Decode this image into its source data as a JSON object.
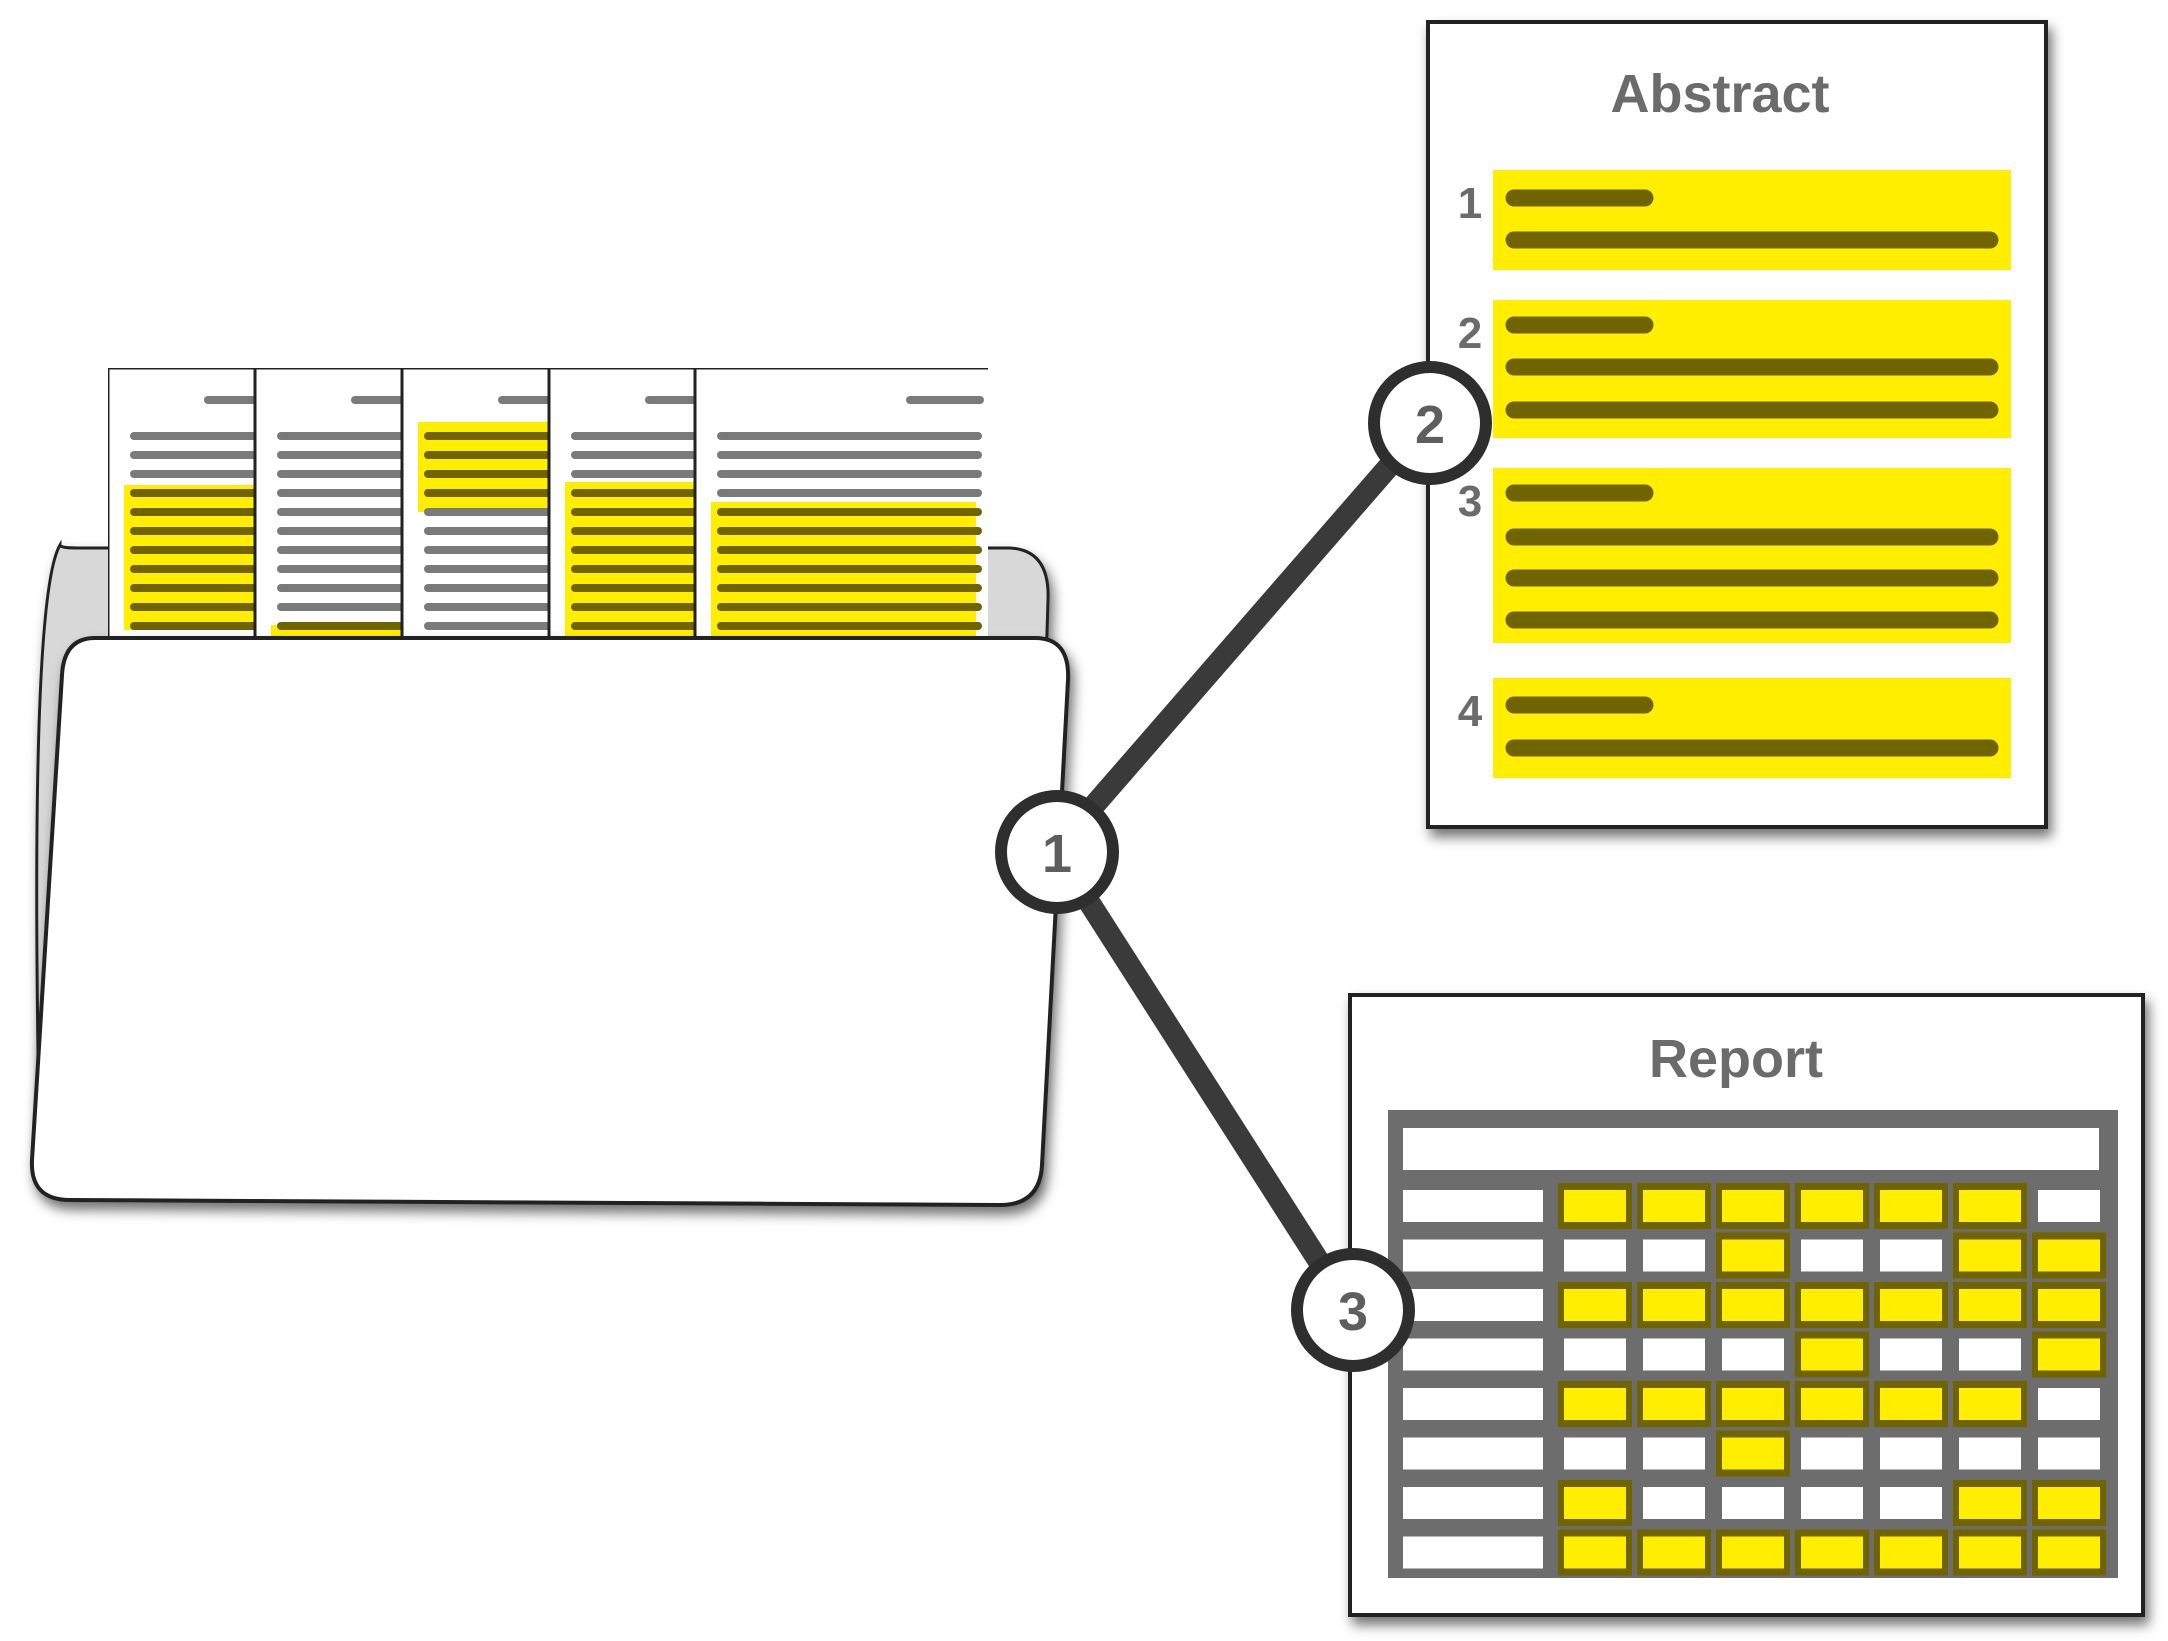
{
  "abstract": {
    "title": "Abstract",
    "items": [
      {
        "number": "1"
      },
      {
        "number": "2"
      },
      {
        "number": "3"
      },
      {
        "number": "4"
      }
    ]
  },
  "report": {
    "title": "Report",
    "cells": [
      [
        1,
        1,
        1,
        1,
        1,
        1,
        0
      ],
      [
        0,
        0,
        1,
        0,
        0,
        1,
        1
      ],
      [
        1,
        1,
        1,
        1,
        1,
        1,
        1
      ],
      [
        0,
        0,
        0,
        1,
        0,
        0,
        1
      ],
      [
        1,
        1,
        1,
        1,
        1,
        1,
        0
      ],
      [
        0,
        0,
        1,
        0,
        0,
        0,
        0
      ],
      [
        1,
        0,
        0,
        0,
        0,
        1,
        1
      ],
      [
        1,
        1,
        1,
        1,
        1,
        1,
        1
      ]
    ]
  },
  "nodes": {
    "source": "1",
    "abstract": "2",
    "report": "3"
  },
  "colors": {
    "highlight": "#ffee00",
    "highlight_text_line": "#6f6400",
    "text_line": "#7a7a7a",
    "frame": "#6d6d6d",
    "connector": "#3a3a3a"
  }
}
